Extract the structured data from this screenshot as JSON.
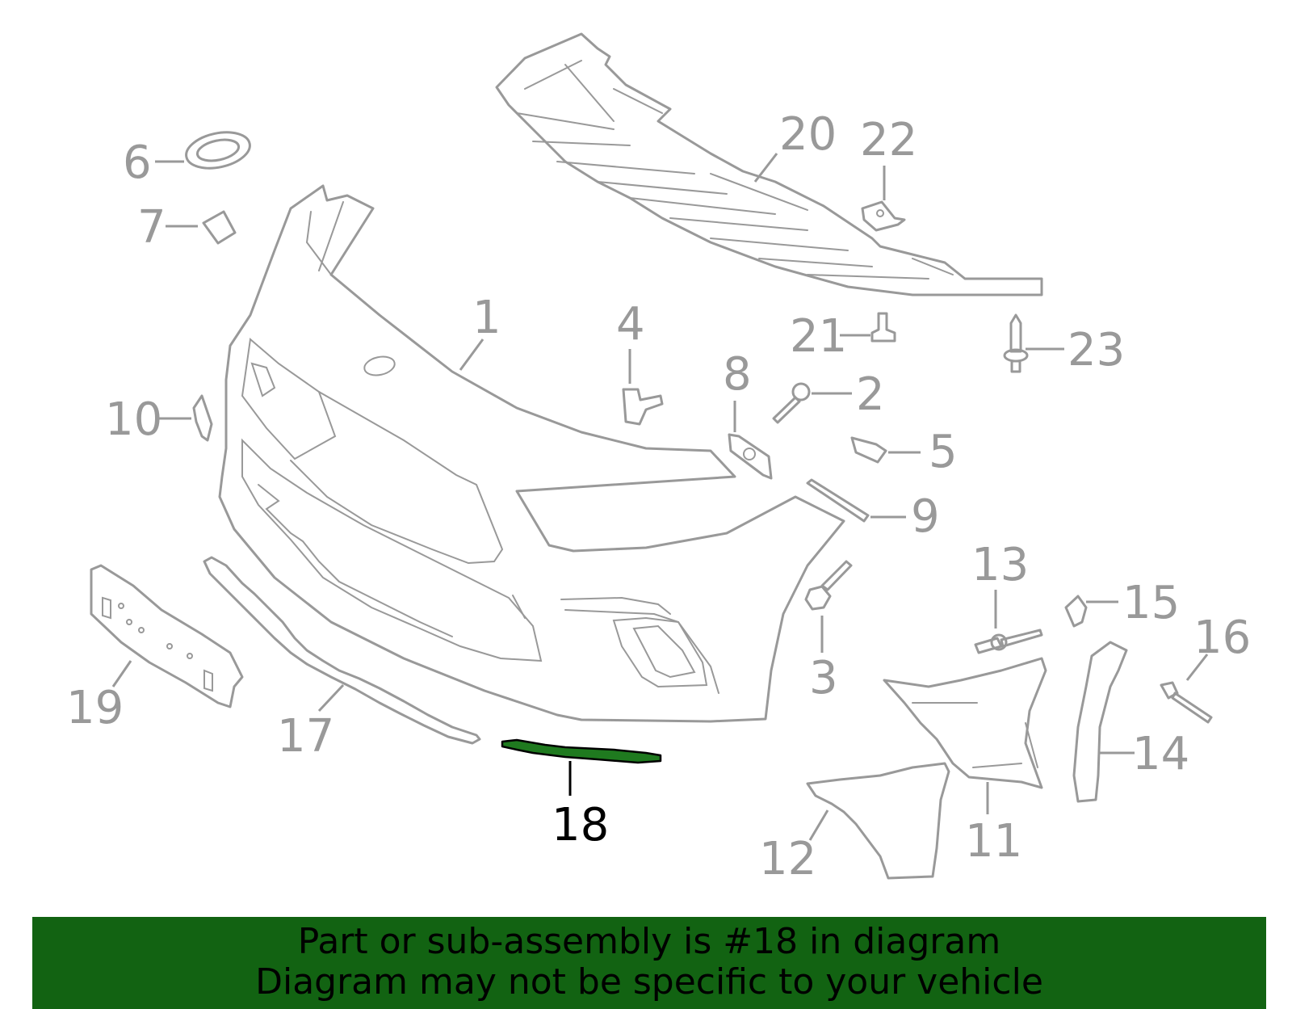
{
  "diagram": {
    "highlighted_part": "18",
    "colors": {
      "part_outline": "#999999",
      "highlight_fill": "#1f7a1f",
      "banner_bg": "#126312",
      "text": "#000000"
    },
    "callouts": [
      {
        "label": "1",
        "highlighted": false
      },
      {
        "label": "2",
        "highlighted": false
      },
      {
        "label": "3",
        "highlighted": false
      },
      {
        "label": "4",
        "highlighted": false
      },
      {
        "label": "5",
        "highlighted": false
      },
      {
        "label": "6",
        "highlighted": false
      },
      {
        "label": "7",
        "highlighted": false
      },
      {
        "label": "8",
        "highlighted": false
      },
      {
        "label": "9",
        "highlighted": false
      },
      {
        "label": "10",
        "highlighted": false
      },
      {
        "label": "11",
        "highlighted": false
      },
      {
        "label": "12",
        "highlighted": false
      },
      {
        "label": "13",
        "highlighted": false
      },
      {
        "label": "14",
        "highlighted": false
      },
      {
        "label": "15",
        "highlighted": false
      },
      {
        "label": "16",
        "highlighted": false
      },
      {
        "label": "17",
        "highlighted": false
      },
      {
        "label": "18",
        "highlighted": true
      },
      {
        "label": "19",
        "highlighted": false
      },
      {
        "label": "20",
        "highlighted": false
      },
      {
        "label": "21",
        "highlighted": false
      },
      {
        "label": "22",
        "highlighted": false
      },
      {
        "label": "23",
        "highlighted": false
      }
    ]
  },
  "banner": {
    "line1": "Part or sub-assembly is #18 in diagram",
    "line2": "Diagram may not be specific to your vehicle"
  }
}
